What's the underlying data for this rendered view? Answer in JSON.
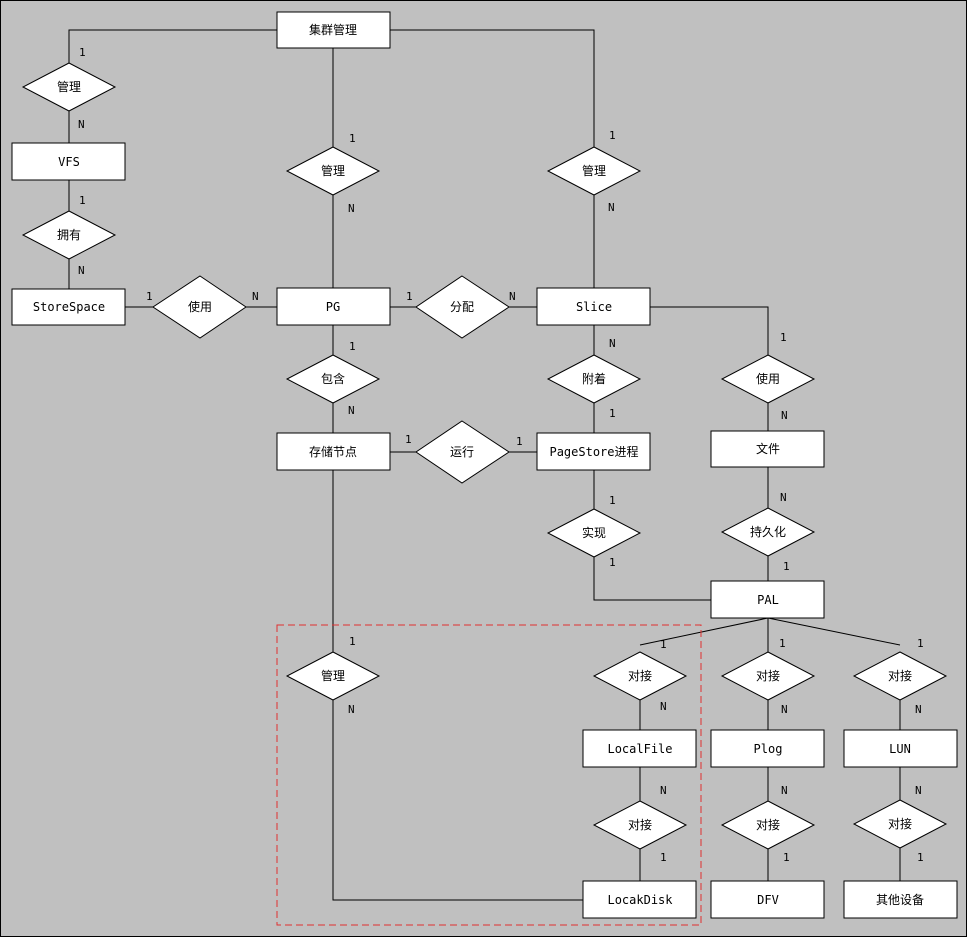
{
  "entities": {
    "cluster": "集群管理",
    "vfs": "VFS",
    "storespace": "StoreSpace",
    "pg": "PG",
    "slice": "Slice",
    "storage_node": "存储节点",
    "pagestore": "PageStore进程",
    "file": "文件",
    "pal": "PAL",
    "localfile": "LocalFile",
    "plog": "Plog",
    "lun": "LUN",
    "localdisk": "LocakDisk",
    "dfv": "DFV",
    "other_device": "其他设备"
  },
  "relationships": {
    "cluster_vfs": "管理",
    "cluster_pg": "管理",
    "cluster_slice": "管理",
    "vfs_storespace": "拥有",
    "storespace_pg": "使用",
    "pg_slice": "分配",
    "pg_node": "包含",
    "slice_pagestore": "附着",
    "slice_file": "使用",
    "node_pagestore": "运行",
    "pagestore_pal": "实现",
    "file_pal": "持久化",
    "node_localdisk": "管理",
    "pal_localfile": "对接",
    "pal_plog": "对接",
    "pal_lun": "对接",
    "localfile_localdisk": "对接",
    "plog_dfv": "对接",
    "lun_other": "对接"
  },
  "cardinalities": {
    "cluster_vfs_1": "1",
    "cluster_vfs_n": "N",
    "cluster_pg_1": "1",
    "cluster_pg_n": "N",
    "cluster_slice_1": "1",
    "cluster_slice_n": "N",
    "vfs_storespace_1": "1",
    "vfs_storespace_n": "N",
    "storespace_pg_1": "1",
    "storespace_pg_n": "N",
    "pg_slice_1": "1",
    "pg_slice_n": "N",
    "pg_node_1": "1",
    "pg_node_n": "N",
    "slice_pagestore_n": "N",
    "slice_pagestore_1": "1",
    "slice_file_1": "1",
    "slice_file_n": "N",
    "node_pagestore_1a": "1",
    "node_pagestore_1b": "1",
    "pagestore_pal_1a": "1",
    "pagestore_pal_1b": "1",
    "file_pal_n": "N",
    "file_pal_1": "1",
    "node_localdisk_1": "1",
    "node_localdisk_n": "N",
    "pal_localfile_1": "1",
    "pal_localfile_n": "N",
    "pal_plog_1": "1",
    "pal_plog_n": "N",
    "pal_lun_1": "1",
    "pal_lun_n": "N",
    "localfile_localdisk_n": "N",
    "localfile_localdisk_1": "1",
    "plog_dfv_n": "N",
    "plog_dfv_1": "1",
    "lun_other_n": "N",
    "lun_other_1": "1"
  },
  "colors": {
    "background": "#c0c0c0",
    "shape_fill": "#ffffff",
    "line": "#000000",
    "dashed_region": "#e03030"
  }
}
